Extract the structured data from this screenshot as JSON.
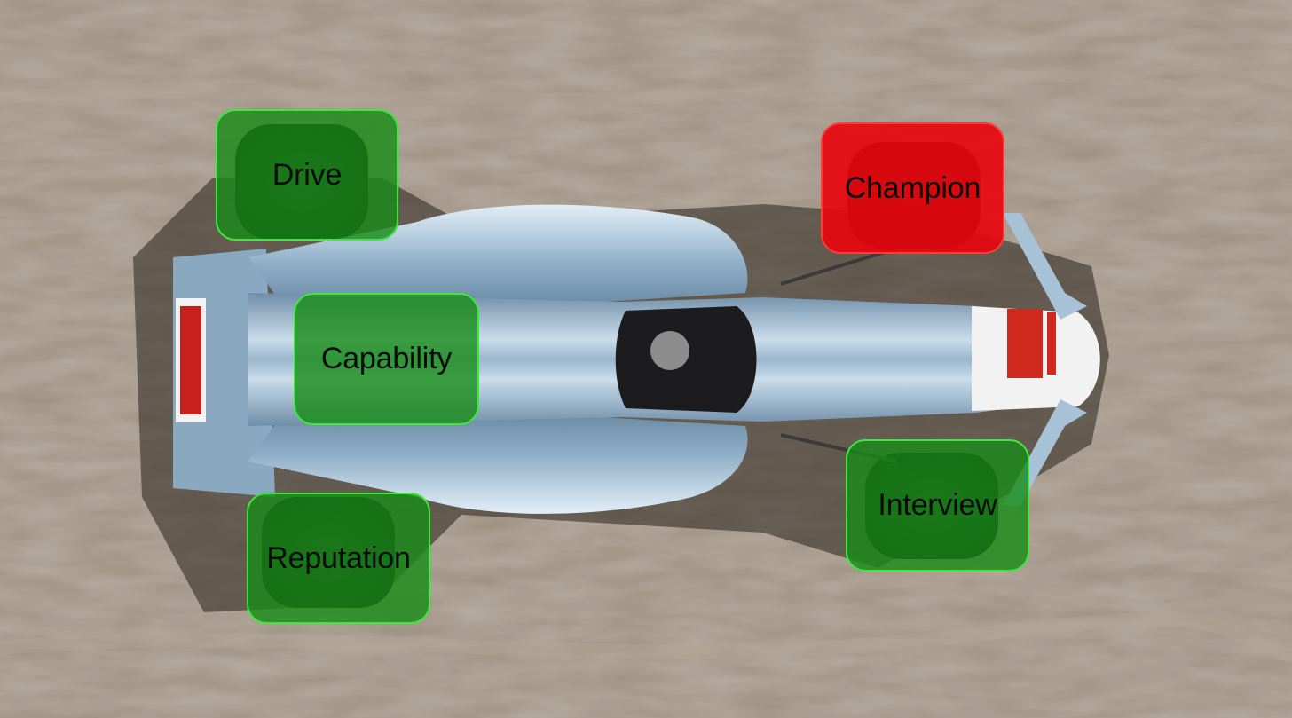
{
  "colors": {
    "ground": "#9c8f80",
    "car_body": "#8fb0cc",
    "car_highlight": "#d7e7f3",
    "car_shadow": "#5f7e98",
    "livery_red": "#c8201c",
    "box_green": "#168c16",
    "box_green_border": "#3ee83e",
    "box_red": "#e8060e",
    "box_red_border": "#ff3b3b"
  },
  "labels": [
    {
      "id": "drive",
      "text": "Drive",
      "status": "green"
    },
    {
      "id": "champion",
      "text": "Champion",
      "status": "red"
    },
    {
      "id": "capability",
      "text": "Capability",
      "status": "green"
    },
    {
      "id": "interview",
      "text": "Interview",
      "status": "green"
    },
    {
      "id": "reputation",
      "text": "Reputation",
      "status": "green"
    }
  ]
}
